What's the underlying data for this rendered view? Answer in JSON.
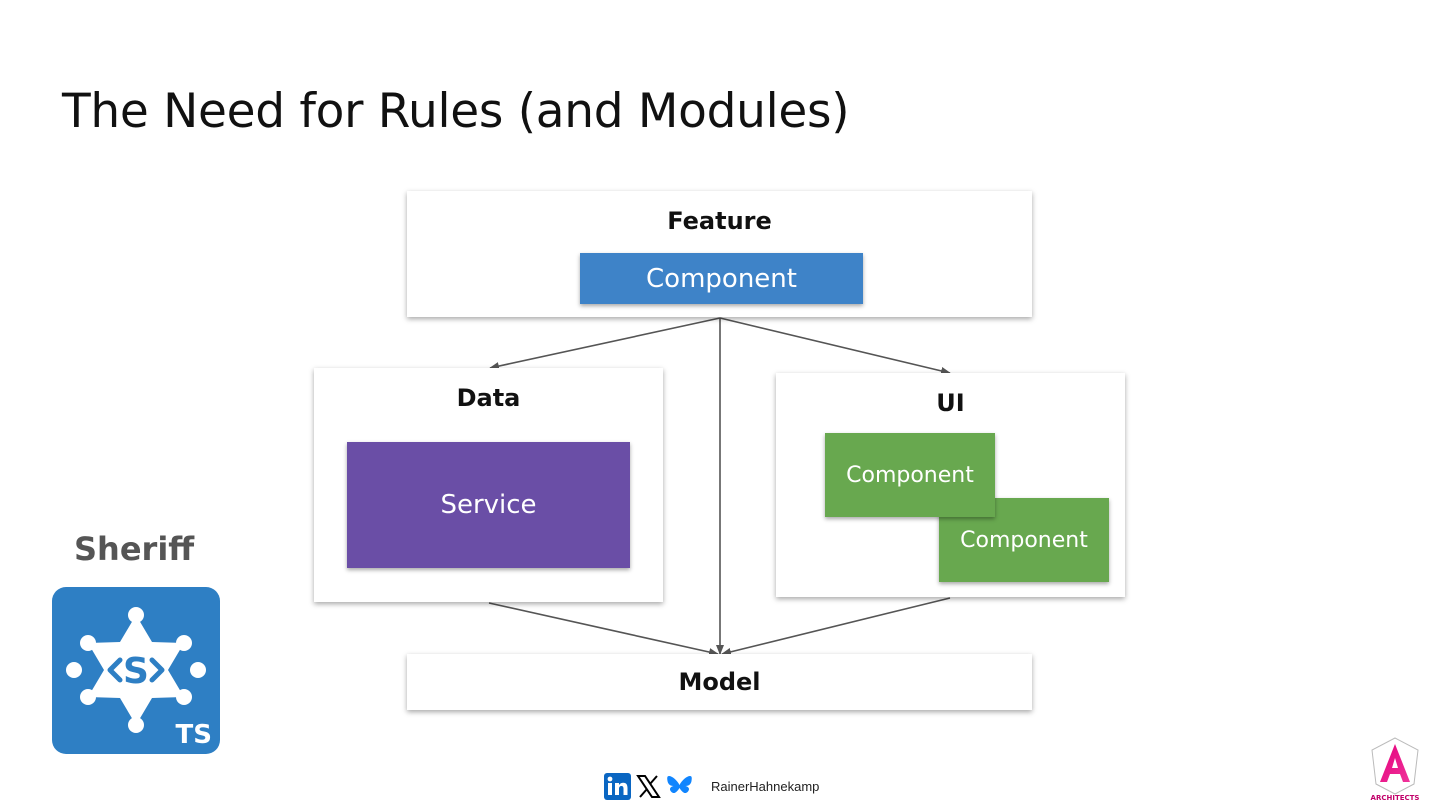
{
  "slide": {
    "title": "The Need for Rules (and Modules)"
  },
  "diagram": {
    "feature": {
      "label": "Feature",
      "component": "Component"
    },
    "data": {
      "label": "Data",
      "service": "Service"
    },
    "ui": {
      "label": "UI",
      "component_1": "Component",
      "component_2": "Component"
    },
    "model": {
      "label": "Model"
    }
  },
  "colors": {
    "feature_component": "#3e83c8",
    "service": "#6a4ea6",
    "ui_component": "#68a84f",
    "sheriff_logo": "#2e7fc4",
    "arrow": "#555555"
  },
  "sheriff": {
    "label": "Sheriff",
    "logo_icon": "sheriff-star-icon",
    "logo_text": "TS"
  },
  "footer": {
    "icons": [
      "linkedin-icon",
      "x-icon",
      "bluesky-icon"
    ],
    "author": "RainerHahnekamp"
  },
  "corner_logo": {
    "icon": "angular-architects-logo",
    "text": "ARCHITECTS"
  }
}
